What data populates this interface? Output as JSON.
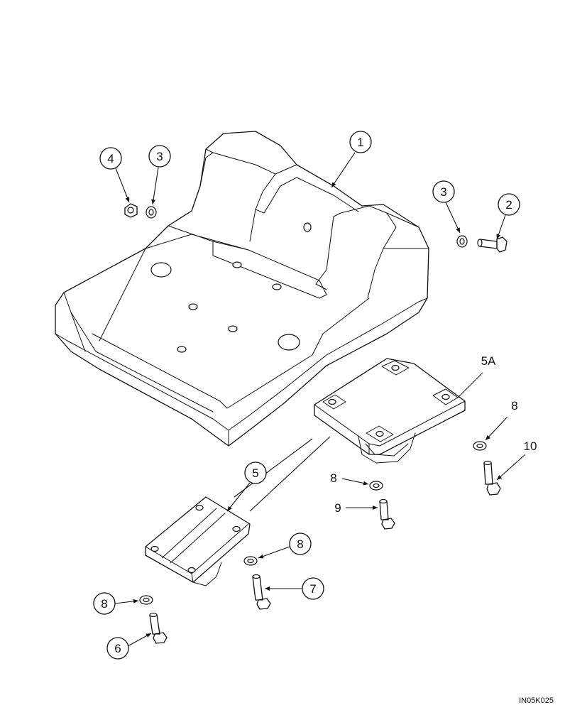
{
  "callouts": {
    "c1": "1",
    "c2": "2",
    "c3a": "3",
    "c3b": "3",
    "c4": "4",
    "c5": "5",
    "c5a": "5A",
    "c6": "6",
    "c7": "7",
    "c8a": "8",
    "c8b": "8",
    "c8c": "8",
    "c8d": "8",
    "c9": "9",
    "c10": "10"
  },
  "figure_code": "IN05K025"
}
